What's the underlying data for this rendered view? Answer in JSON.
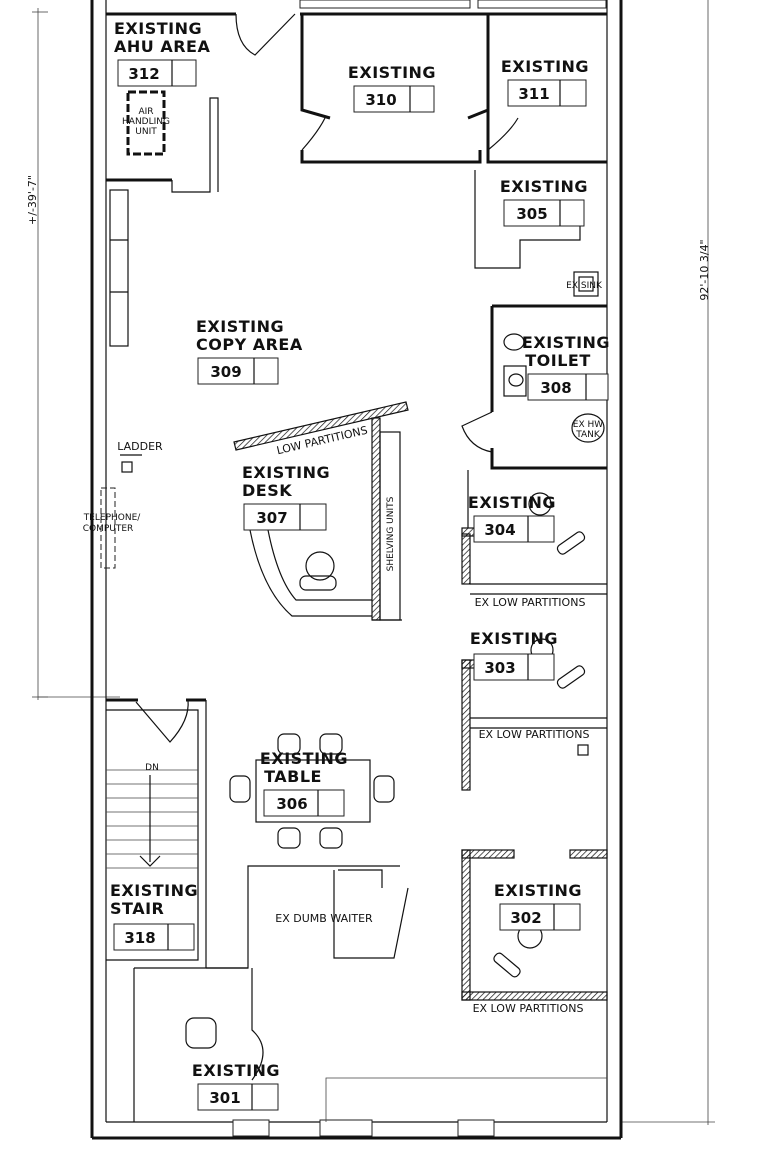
{
  "dimensions": {
    "left": "+/-39'-7\"",
    "right": "92'-10 3/4\""
  },
  "rooms": [
    {
      "id": "ahu",
      "label_1": "EXISTING",
      "label_2": "AHU AREA",
      "number": "312"
    },
    {
      "id": "r310",
      "label_1": "EXISTING",
      "number": "310"
    },
    {
      "id": "r311",
      "label_1": "EXISTING",
      "number": "311"
    },
    {
      "id": "r305",
      "label_1": "EXISTING",
      "number": "305"
    },
    {
      "id": "copy",
      "label_1": "EXISTING",
      "label_2": "COPY AREA",
      "number": "309"
    },
    {
      "id": "toilet",
      "label_1": "EXISTING",
      "label_2": "TOILET",
      "number": "308"
    },
    {
      "id": "desk",
      "label_1": "EXISTING",
      "label_2": "DESK",
      "number": "307"
    },
    {
      "id": "r304",
      "label_1": "EXISTING",
      "number": "304"
    },
    {
      "id": "r303",
      "label_1": "EXISTING",
      "number": "303"
    },
    {
      "id": "table",
      "label_1": "EXISTING",
      "label_2": "TABLE",
      "number": "306"
    },
    {
      "id": "stair",
      "label_1": "EXISTING",
      "label_2": "STAIR",
      "number": "318"
    },
    {
      "id": "r302",
      "label_1": "EXISTING",
      "number": "302"
    },
    {
      "id": "r301",
      "label_1": "EXISTING",
      "number": "301"
    }
  ],
  "notes": {
    "air_handling_1": "AIR",
    "air_handling_2": "HANDLING",
    "air_handling_3": "UNIT",
    "ex_sink": "EX SINK",
    "ex_hw_tank_1": "EX HW",
    "ex_hw_tank_2": "TANK",
    "ladder": "LADDER",
    "telephone_1": "TELEPHONE/",
    "telephone_2": "COMPUTER",
    "low_partitions": "LOW PARTITIONS",
    "shelving_units": "SHELVING UNITS",
    "ex_low_partitions_1": "EX LOW PARTITIONS",
    "ex_low_partitions_2": "EX LOW PARTITIONS",
    "ex_low_partitions_3": "EX LOW PARTITIONS",
    "dn": "DN",
    "dumb_waiter": "EX DUMB WAITER"
  }
}
